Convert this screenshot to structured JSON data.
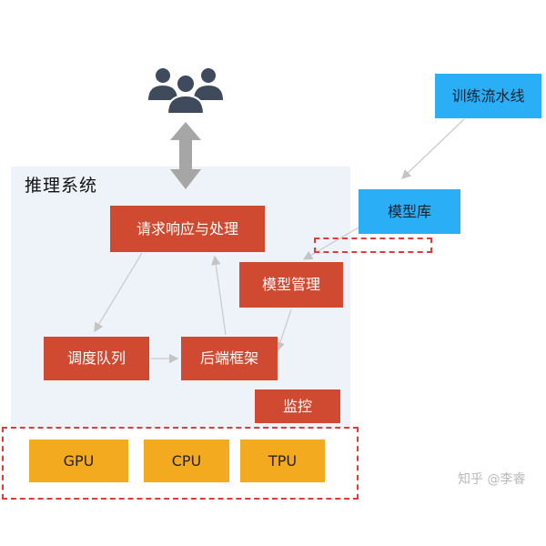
{
  "system": {
    "title": "推理系统"
  },
  "nodes": {
    "request": "请求响应与处理",
    "scheduler": "调度队列",
    "backend": "后端框架",
    "model_mgmt": "模型管理",
    "monitor": "监控",
    "model_repo": "模型库",
    "training": "训练流水线"
  },
  "hardware": [
    "GPU",
    "CPU",
    "TPU"
  ],
  "icons": {
    "users": "users-icon",
    "bidirectional_arrow": "double-arrow-icon"
  },
  "colors": {
    "red": "#d04a32",
    "blue": "#2aaef5",
    "gold": "#f4aa1e",
    "panel": "#eef3fa",
    "dashed": "#e03b3b",
    "arrow": "#a8a8a8",
    "icon": "#3f4a5c"
  },
  "watermark": "知乎 @李睿"
}
